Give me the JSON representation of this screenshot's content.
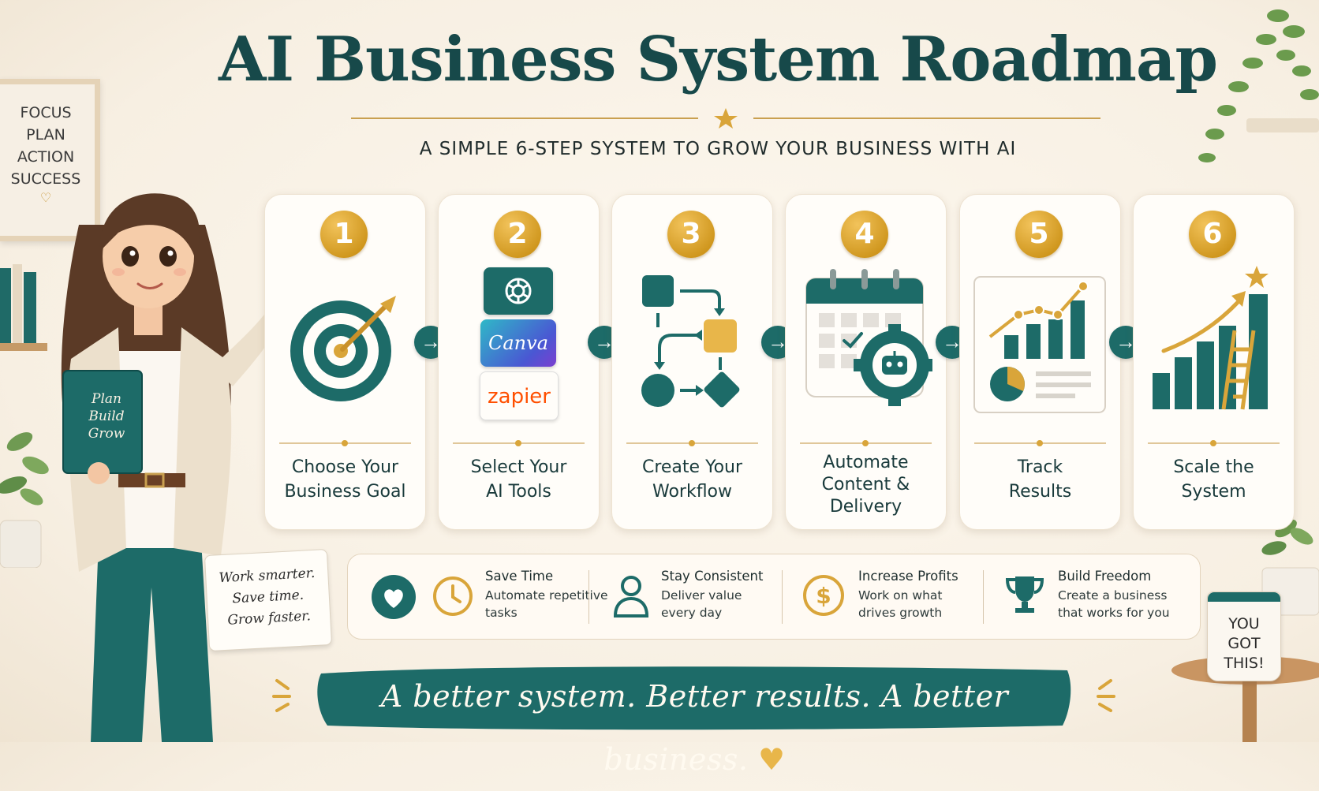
{
  "header": {
    "title": "AI Business System Roadmap",
    "subtitle": "A SIMPLE 6-STEP SYSTEM TO GROW YOUR BUSINESS WITH AI"
  },
  "colors": {
    "teal": "#1d6b68",
    "dark_teal": "#17494a",
    "gold": "#d9a53a",
    "cream": "#fdf8ef"
  },
  "steps": [
    {
      "number": "1",
      "label_lines": [
        "Choose Your",
        "Business Goal"
      ],
      "icon": "target-icon"
    },
    {
      "number": "2",
      "label_lines": [
        "Select Your",
        "AI Tools"
      ],
      "icon": "ai-tools-icon",
      "tools": [
        "Canva",
        "zapier"
      ]
    },
    {
      "number": "3",
      "label_lines": [
        "Create Your",
        "Workflow"
      ],
      "icon": "workflow-icon"
    },
    {
      "number": "4",
      "label_lines": [
        "Automate",
        "Content &",
        "Delivery"
      ],
      "icon": "calendar-gear-icon"
    },
    {
      "number": "5",
      "label_lines": [
        "Track",
        "Results"
      ],
      "icon": "analytics-icon"
    },
    {
      "number": "6",
      "label_lines": [
        "Scale the",
        "System"
      ],
      "icon": "growth-ladder-icon"
    }
  ],
  "benefits": [
    {
      "title": "Save Time",
      "desc_lines": [
        "Automate repetitive",
        "tasks"
      ],
      "icon": "clock-icon"
    },
    {
      "title": "Stay Consistent",
      "desc_lines": [
        "Deliver value",
        "every day"
      ],
      "icon": "person-icon"
    },
    {
      "title": "Increase Profits",
      "desc_lines": [
        "Work on what",
        "drives growth"
      ],
      "icon": "dollar-icon"
    },
    {
      "title": "Build Freedom",
      "desc_lines": [
        "Create a business",
        "that works for you"
      ],
      "icon": "trophy-icon"
    }
  ],
  "banner": {
    "text": "A better system.  Better results.  A better business."
  },
  "decor": {
    "frame_lines": [
      "FOCUS",
      "PLAN",
      "ACTION",
      "SUCCESS"
    ],
    "notebook_lines": [
      "Plan",
      "Build",
      "Grow"
    ],
    "note_lines": [
      "Work smarter.",
      "Save time.",
      "Grow faster."
    ],
    "mug_lines": [
      "YOU",
      "GOT",
      "THIS!"
    ]
  }
}
